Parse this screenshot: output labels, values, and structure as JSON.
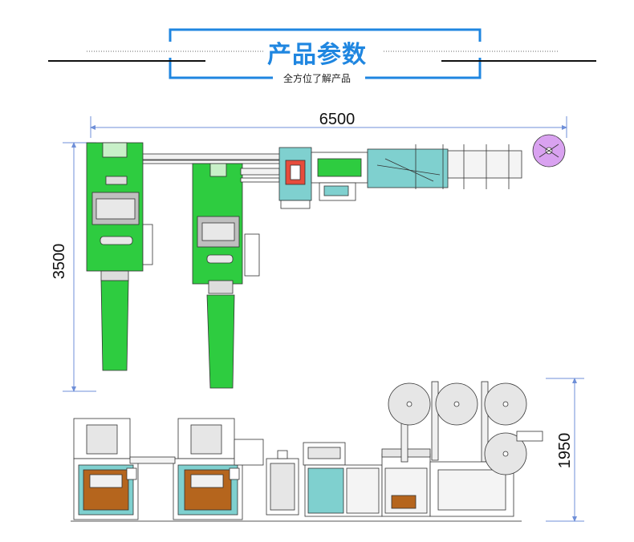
{
  "header": {
    "title": "产品参数",
    "subtitle": "全方位了解产品"
  },
  "dimensions": {
    "width": "6500",
    "depth": "3500",
    "height": "1950"
  },
  "colors": {
    "accent_blue": "#1f86e0",
    "frame_green": "#2ecc40",
    "roll_pink": "#d9a2f0",
    "panel_teal": "#7fd0cf",
    "dim_line": "#6f8fd8"
  }
}
